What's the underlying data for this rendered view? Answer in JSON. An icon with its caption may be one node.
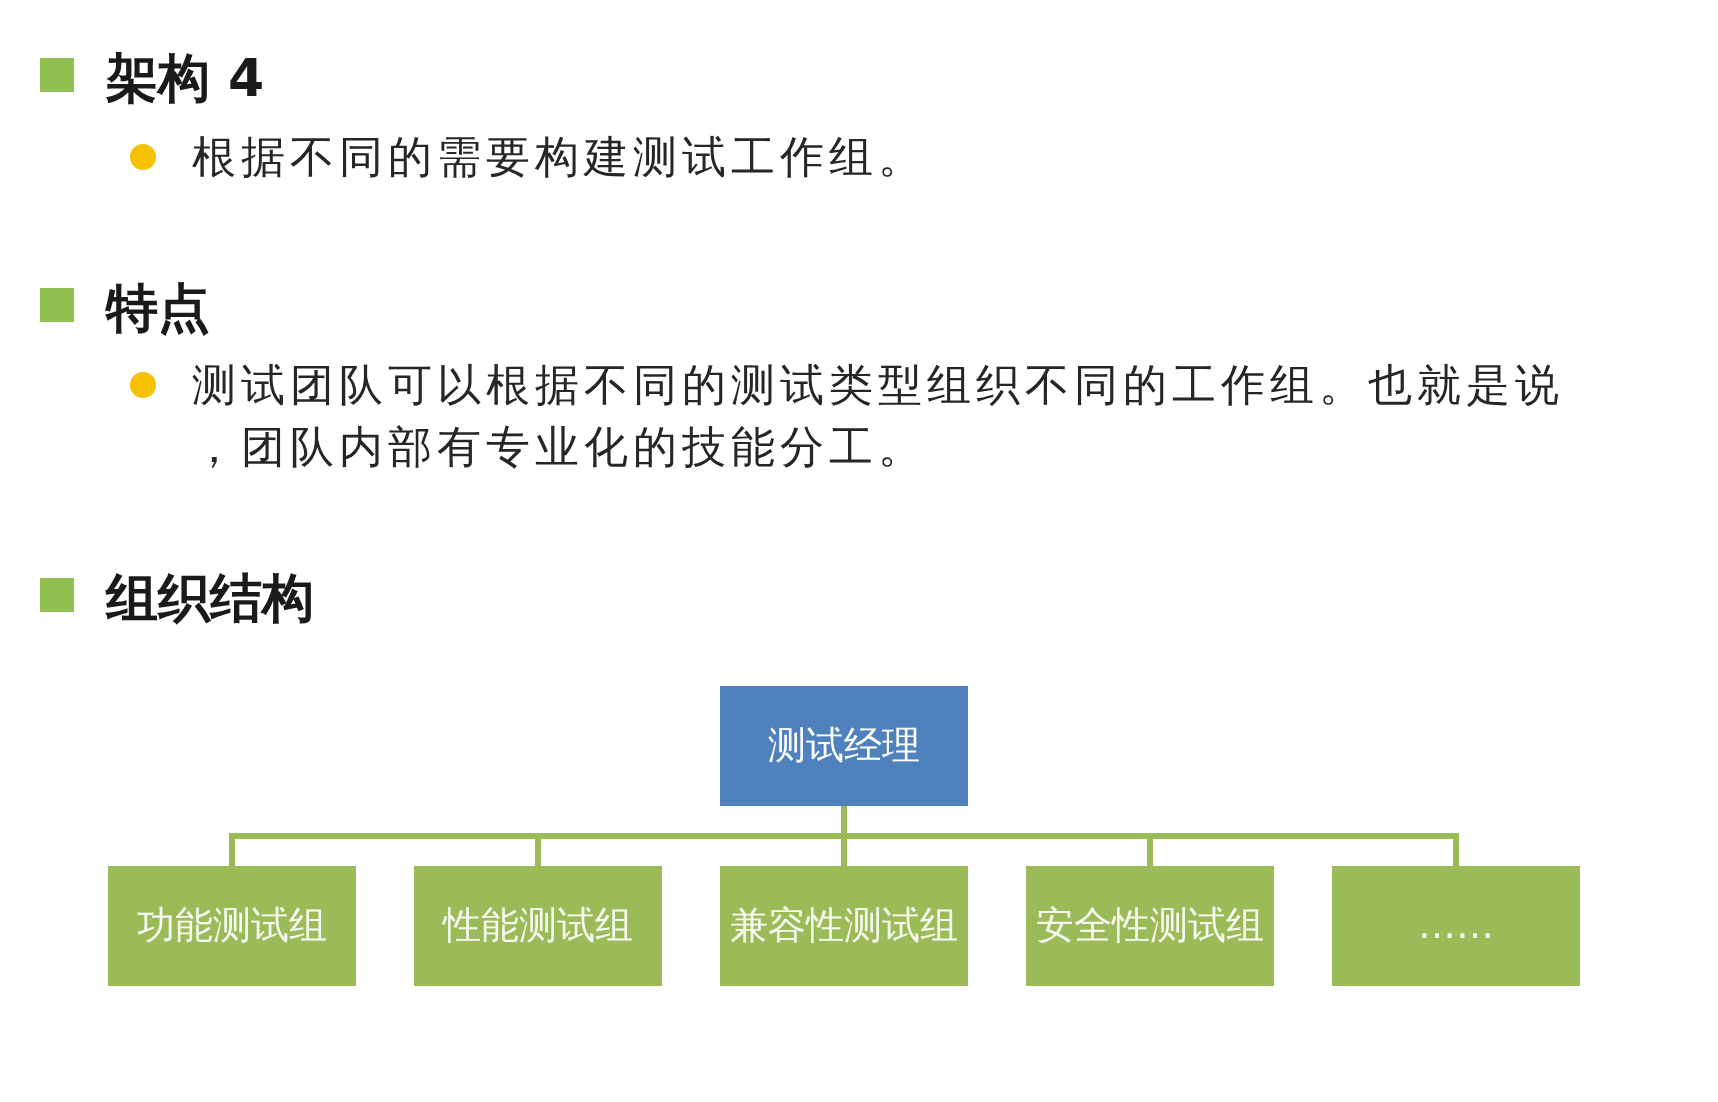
{
  "diagram": {
    "nodes": [
      {
        "text": [
          "测试经理"
        ]
      },
      {
        "text": [
          "功能测试组"
        ]
      },
      {
        "text": [
          "性能测试组"
        ]
      },
      {
        "text": [
          "兼容性测试组"
        ]
      },
      {
        "text": [
          "安全性测试组"
        ]
      },
      {
        "text": [
          "……"
        ]
      }
    ],
    "edges": [
      {
        "from": 0,
        "to": 1,
        "arrow": "none"
      },
      {
        "from": 0,
        "to": 2,
        "arrow": "none"
      },
      {
        "from": 0,
        "to": 3,
        "arrow": "none"
      },
      {
        "from": 0,
        "to": 4,
        "arrow": "none"
      },
      {
        "from": 0,
        "to": 5,
        "arrow": "none"
      }
    ],
    "labels": [
      "架构 4",
      "根据不同的需要构建测试工作组。",
      "特点",
      "测试团队可以根据不同的测试类型组织不同的工作组。也就是说，团队内部有专业化的技能分工。",
      "组织结构"
    ]
  }
}
